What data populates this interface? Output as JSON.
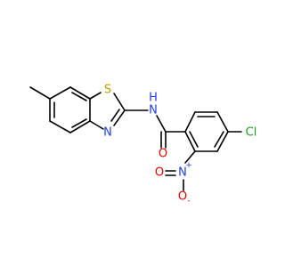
{
  "molecule": {
    "atoms": {
      "S": {
        "label": "S",
        "color": "#B8A000"
      },
      "N_thiazole": {
        "label": "N",
        "color": "#1F3FE0"
      },
      "N_amide": {
        "label": "N",
        "color": "#1F3FE0"
      },
      "H_amide": {
        "label": "H",
        "color": "#1F3FE0"
      },
      "O_carbonyl": {
        "label": "O",
        "color": "#E00000"
      },
      "Cl": {
        "label": "Cl",
        "color": "#1FA01F"
      },
      "N_nitro": {
        "label": "N",
        "color": "#1F3FE0"
      },
      "N_nitro_charge": {
        "label": "+",
        "color": "#1F3FE0"
      },
      "O_nitro_left": {
        "label": "O",
        "color": "#E00000"
      },
      "O_nitro_bottom": {
        "label": "O",
        "color": "#E00000"
      },
      "O_nitro_charge": {
        "label": "-",
        "color": "#E00000"
      }
    }
  }
}
